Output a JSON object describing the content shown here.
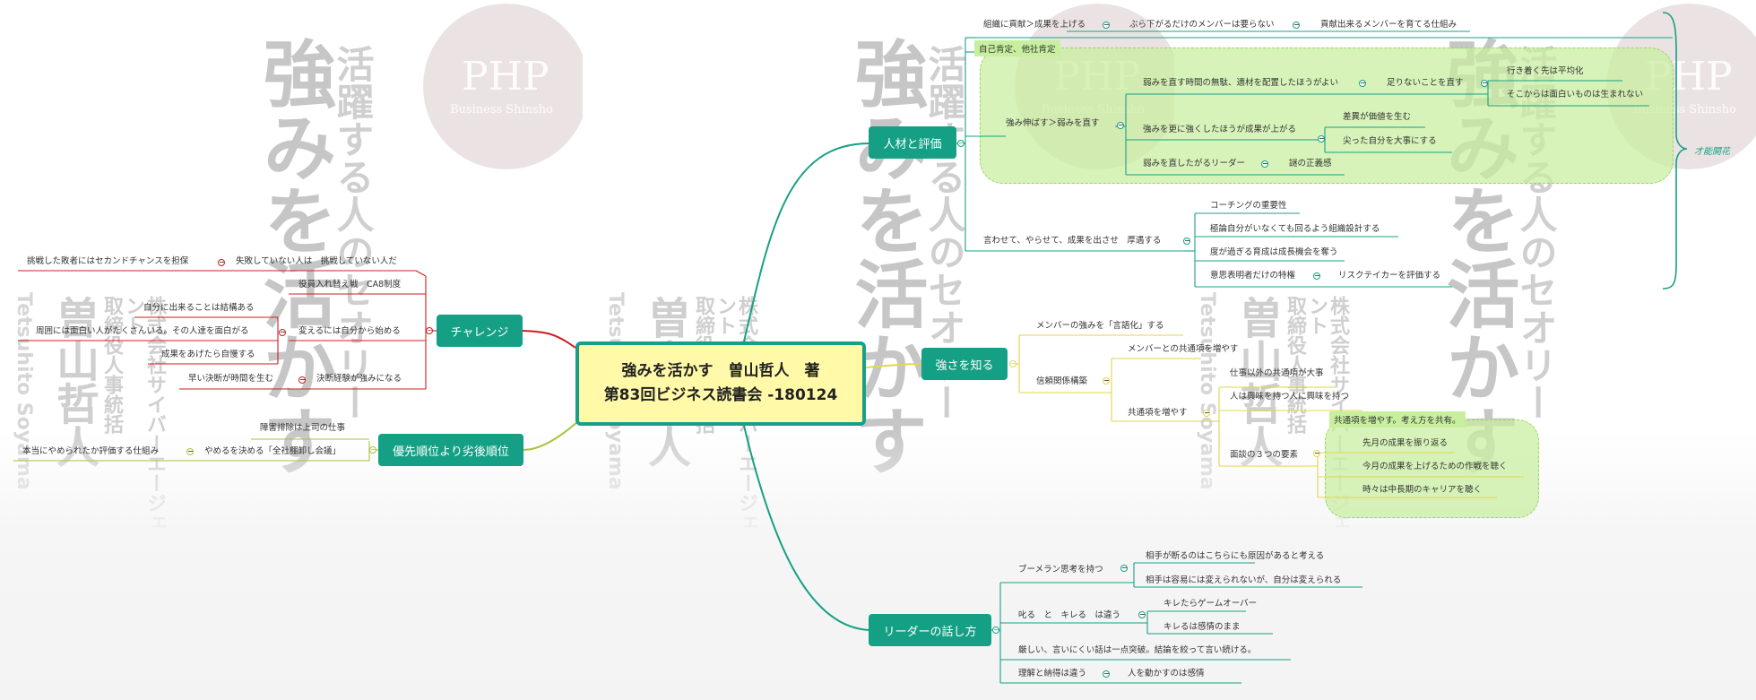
{
  "central": {
    "line1": "強みを活かす　曽山哲人　著",
    "line2": "第83回ビジネス読書会 -180124"
  },
  "background": {
    "logo": "PHP",
    "logo_sub": "Business Shinsho",
    "title": "強みを活かす",
    "subtitle": "活躍する人のセオリー",
    "company": "株式会社サイバーエージェント",
    "role": "取締役人事統括",
    "author": "曽山哲人",
    "author_roman": "Tetsuhito Soyama"
  },
  "branches": {
    "challenge": {
      "label": "チャレンジ",
      "top": [
        "挑戦した敗者にはセカンドチャンスを担保",
        "失敗していない人は　挑戦していない人だ"
      ],
      "yakuin": "役員入れ替え戦　CA8制度",
      "kaeru": "変えるには自分から始める",
      "kaeru_children": [
        "自分に出来ることは結構ある",
        "周囲には面白い人がたくさんいる。その人達を面白がる",
        "成果をあげたら自慢する"
      ],
      "hayai": "早い決断が時間を生む",
      "hayai_child": "決断経験が強みになる"
    },
    "priority": {
      "label": "優先順位より劣後順位",
      "shougai": "障害排除は上司の仕事",
      "yameru": "やめるを決める「全社棚卸し会議」",
      "yameru_child": "本当にやめられたか評価する仕組み"
    },
    "jinzai": {
      "label": "人材と評価",
      "soshiki": "組織に貢献＞成果を上げる",
      "burasagari": "ぶら下がるだけのメンバーは要らない",
      "kouken": "貢献出来るメンバーを育てる仕組み",
      "jiko": "自己肯定、他社肯定",
      "tsuyomi": "強み伸ばす＞弱みを直す",
      "yowami_jikan": "弱みを直す時間の無駄、適材を配置したほうがよい",
      "tarinai": "足りないことを直す",
      "heikin": "行き着く先は平均化",
      "omoshiroku": "そこからは面白いものは生まれない",
      "sara": "強みを更に強くしたほうが成果が上がる",
      "sai": "差異が価値を生む",
      "togatta": "尖った自分を大事にする",
      "naoshita": "弱みを直したがるリーダー",
      "nazo": "謎の正義感",
      "iwasete": "言わせて、やらせて、成果を出させ　厚遇する",
      "coaching": "コーチングの重要性",
      "kyokuron": "極論自分がいなくても回るよう組織設計する",
      "ikusei": "度が過ぎる育成は成長機会を奪う",
      "ishi": "意思表明者だけの特権",
      "risk": "リスクテイカーを評価する",
      "summary": "才能開花"
    },
    "tsuyosa": {
      "label": "強さを知る",
      "gengoka": "メンバーの強みを「言語化」する",
      "shinrai": "信頼関係構築",
      "kyoutsuu_fuyasu": "メンバーとの共通項を増やす",
      "kyoutsuu": "共通項を増やす",
      "shigoto": "仕事以外の共通項が大事",
      "kyoumi": "人は興味を持つ人に興味を持つ",
      "callout": "共通項を増やす。考え方を共有。",
      "mendan": "面談の３つの要素",
      "mendan_children": [
        "先月の成果を振り返る",
        "今月の成果を上げるための作戦を聴く",
        "時々は中長期のキャリアを聴く"
      ]
    },
    "leader": {
      "label": "リーダーの話し方",
      "boomerang": "ブーメラン思考を持つ",
      "boomerang_children": [
        "相手が断るのはこちらにも原因があると考える",
        "相手は容易には変えられないが、自分は変えられる"
      ],
      "shikaru": "叱る　と　キレる　は違う",
      "shikaru_children": [
        "キレたらゲームオーバー",
        "キレるは感情のまま"
      ],
      "kibishii": "厳しい、言いにくい話は一点突破。結論を絞って言い続ける。",
      "rikai": "理解と納得は違う",
      "rikai_child": "人を動かすのは感情"
    }
  },
  "colors": {
    "central_fill": "#fff9a8",
    "accent": "#15a085",
    "challenge": "#cc1f1f",
    "priority": "#a7c43b",
    "jinzai": "#17a085",
    "tsuyosa": "#e2d64a",
    "leader": "#17a085",
    "callout": "#c7ef9e"
  }
}
